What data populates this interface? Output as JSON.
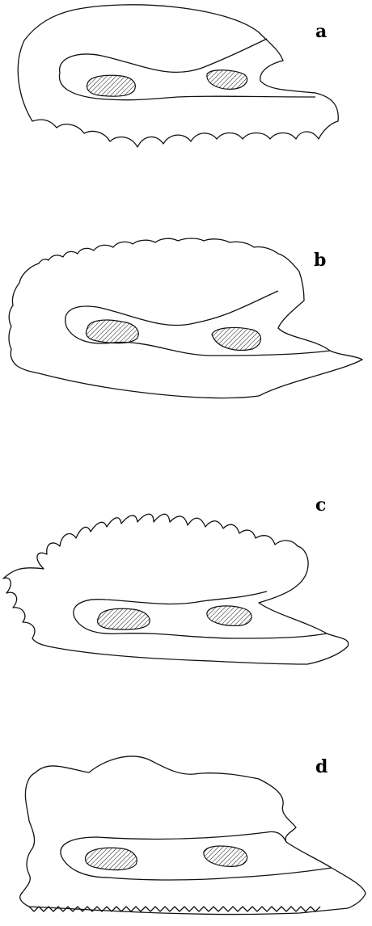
{
  "panels": [
    {
      "id": "a",
      "label": "a"
    },
    {
      "id": "b",
      "label": "b"
    },
    {
      "id": "c",
      "label": "c"
    },
    {
      "id": "d",
      "label": "d"
    }
  ],
  "colors": {
    "stroke": "#111111",
    "background": "#ffffff"
  }
}
